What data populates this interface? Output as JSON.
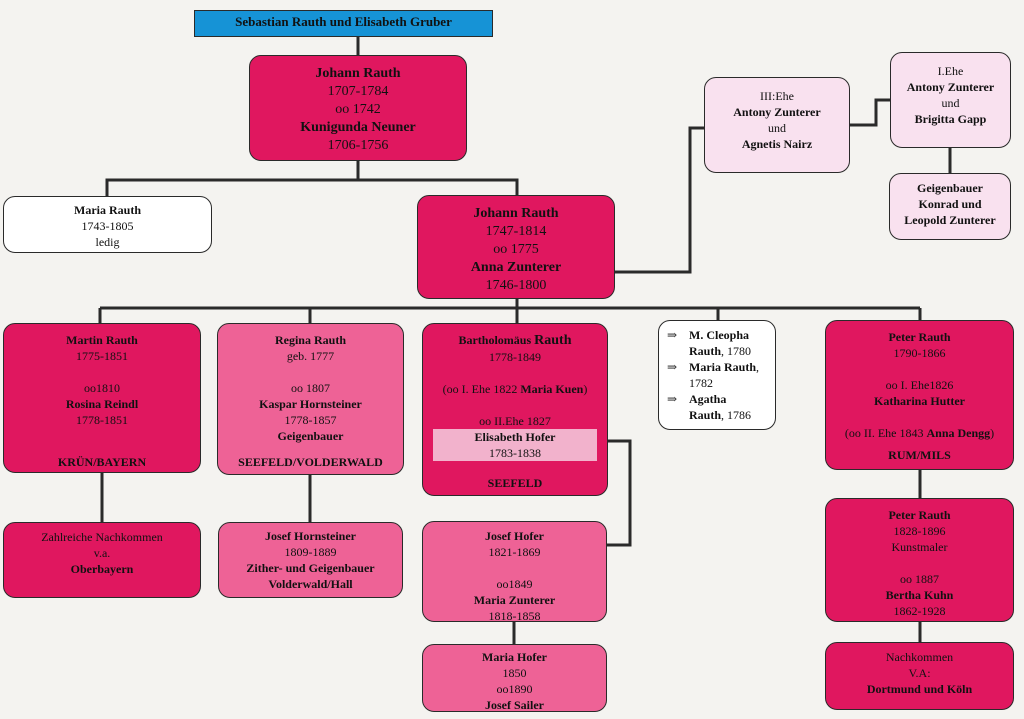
{
  "root": {
    "title": "Sebastian Rauth und Elisabeth Gruber"
  },
  "johann1": {
    "name": "Johann Rauth",
    "dates": "1707-1784",
    "marriage": "oo 1742",
    "spouse": "Kunigunda Neuner",
    "spouse_dates": "1706-1756"
  },
  "maria1": {
    "name": "Maria Rauth",
    "dates": "1743-1805",
    "note": "ledig"
  },
  "johann2": {
    "name": "Johann Rauth",
    "dates": "1747-1814",
    "marriage": "oo 1775",
    "spouse": "Anna Zunterer",
    "spouse_dates": "1746-1800"
  },
  "zunterer3": {
    "line1": "III:Ehe",
    "line2": "Antony Zunterer",
    "line3": "und",
    "line4": "Agnetis Nairz"
  },
  "zunterer1": {
    "line1": "I.Ehe",
    "line2": "Antony Zunterer",
    "line3": "und",
    "line4": "Brigitta Gapp"
  },
  "geigenbauer": {
    "line1": "Geigenbauer",
    "line2": "Konrad und",
    "line3": "Leopold Zunterer"
  },
  "martin": {
    "name": "Martin Rauth",
    "dates": "1775-1851",
    "marriage": "oo1810",
    "spouse": "Rosina Reindl",
    "spouse_dates": "1778-1851",
    "place": "KRÜN/BAYERN"
  },
  "regina": {
    "name": "Regina Rauth",
    "born": "geb. 1777",
    "marriage": "oo 1807",
    "spouse": "Kaspar Hornsteiner",
    "spouse_dates": "1778-1857",
    "occupation": "Geigenbauer",
    "place": "SEEFELD/VOLDERWALD"
  },
  "bartholomaus": {
    "name_first": "Bartholomäus",
    "name_last": "Rauth",
    "dates": "1778-1849",
    "first_marriage_prefix": "(oo I. Ehe 1822",
    "first_marriage_spouse": "Maria Kuen",
    "first_marriage_suffix": ")",
    "second_marriage": "oo II.Ehe 1827",
    "spouse": "Elisabeth Hofer",
    "spouse_dates": "1783-1838",
    "place": "SEEFELD"
  },
  "siblings": {
    "arrow": "⇒",
    "items": [
      {
        "name": "M. Cleopha",
        "name2": "Rauth",
        "year": ", 1780"
      },
      {
        "name": "Maria Rauth",
        "name2": "",
        "year": "1782"
      },
      {
        "name": "Agatha",
        "name2": "Rauth",
        "year": ", 1786"
      }
    ]
  },
  "peter1": {
    "name": "Peter Rauth",
    "dates": "1790-1866",
    "marriage1": "oo I. Ehe1826",
    "spouse1": "Katharina Hutter",
    "marriage2_prefix": "(oo II. Ehe 1843",
    "spouse2": "Anna Dengg",
    "marriage2_suffix": ")",
    "place": "RUM/MILS"
  },
  "martin_desc": {
    "line1": "Zahlreiche Nachkommen",
    "line2": "v.a.",
    "line3": "Oberbayern"
  },
  "josef_h": {
    "name": "Josef Hornsteiner",
    "dates": "1809-1889",
    "line3": "Zither- und Geigenbauer",
    "line4": "Volderwald/Hall"
  },
  "josef_hofer": {
    "name": "Josef Hofer",
    "dates": "1821-1869",
    "marriage": "oo1849",
    "spouse": "Maria Zunterer",
    "spouse_dates": "1818-1858"
  },
  "maria_hofer": {
    "name": "Maria Hofer",
    "dates": "1850",
    "marriage": "oo1890",
    "spouse": "Josef Sailer"
  },
  "peter2": {
    "name": "Peter Rauth",
    "dates": "1828-1896",
    "occupation": "Kunstmaler",
    "marriage": "oo 1887",
    "spouse": "Bertha Kuhn",
    "spouse_dates": "1862-1928"
  },
  "peter_desc": {
    "line1": "Nachkommen",
    "line2": "V.A:",
    "line3": "Dortmund und Köln"
  },
  "colors": {
    "dark": "#e0175f",
    "mid": "#ee6296",
    "light": "#f9e1ef",
    "top": "#1693d6",
    "line": "#2a2a2a"
  }
}
